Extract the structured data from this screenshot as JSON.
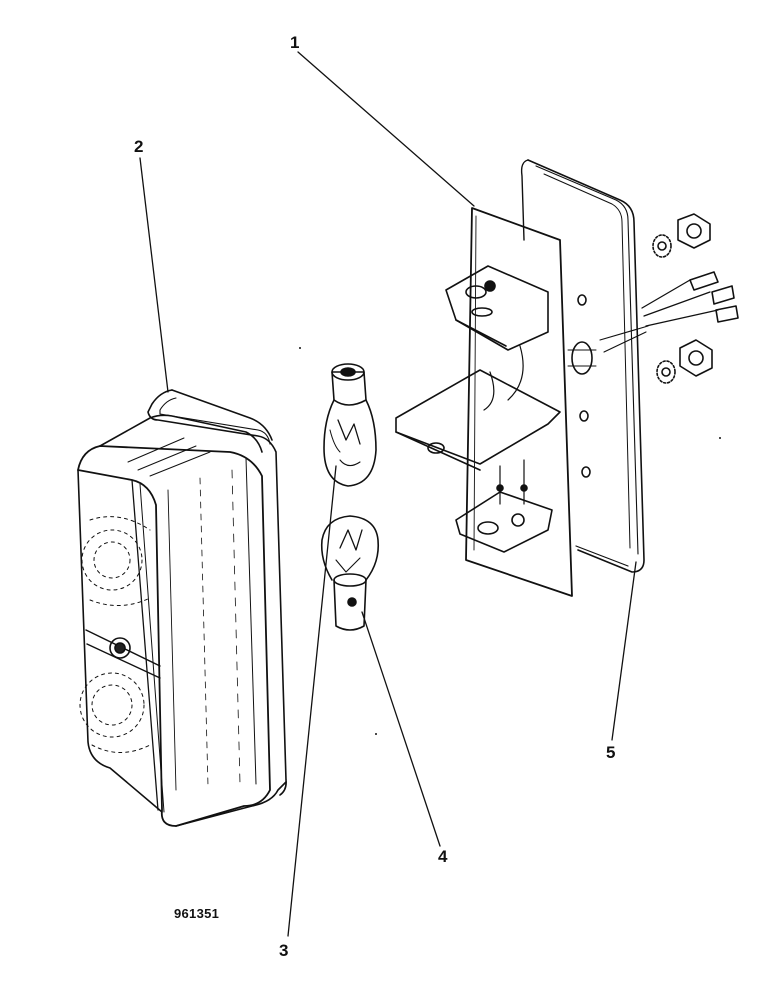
{
  "callouts": {
    "c1": "1",
    "c2": "2",
    "c3": "3",
    "c4": "4",
    "c5": "5"
  },
  "drawing_number": "961351",
  "colors": {
    "line": "#111111",
    "paper": "#ffffff",
    "shade": "#9a9a9a"
  }
}
